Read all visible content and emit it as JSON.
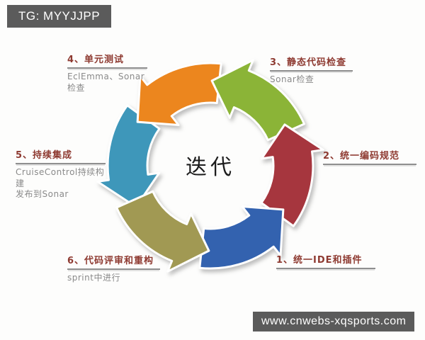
{
  "badges": {
    "top_left": "TG: MYYJJPP",
    "bottom_right": "www.cnwebs-xqsports.com"
  },
  "diagram": {
    "center_label": "迭代",
    "flow_direction": "counterclockwise"
  },
  "steps": [
    {
      "id": 1,
      "title": "1、统一IDE和插件",
      "arrow_color": "#3362af",
      "position": "bottom-right"
    },
    {
      "id": 2,
      "title": "2、统一编码规范",
      "arrow_color": "#a6363e",
      "position": "right"
    },
    {
      "id": 3,
      "title": "3、静态代码检查",
      "subtitle": "Sonar检查",
      "arrow_color": "#8bb437",
      "position": "top-right"
    },
    {
      "id": 4,
      "title": "4、单元测试",
      "subtitle": "EclEmma、Sonar检查",
      "arrow_color": "#ec861e",
      "position": "top-left"
    },
    {
      "id": 5,
      "title": "5、持续集成",
      "subtitle": "CruiseControl持续构建\n发布到Sonar",
      "arrow_color": "#3e97ba",
      "position": "left"
    },
    {
      "id": 6,
      "title": "6、代码评审和重构",
      "subtitle": "sprint中进行",
      "arrow_color": "#a19953",
      "position": "bottom-left"
    }
  ],
  "colors": {
    "background": "#fdfdfc",
    "badge_background": "#5b5b5b",
    "badge_text": "#ffffff",
    "step_title": "#8e3a31",
    "step_subtitle": "#8a8a8a",
    "center_text": "#1c1c1c",
    "arrow_outline": "#ffffff"
  }
}
